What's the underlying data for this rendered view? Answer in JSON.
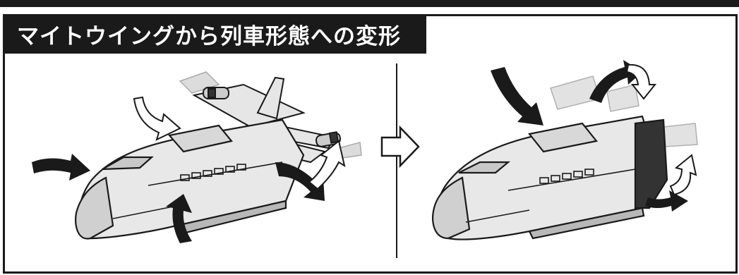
{
  "title": "マイトウイングから列車形態への変形",
  "colors": {
    "frame": "#1a1a1a",
    "title_background": "#1a1a1a",
    "title_text": "#ffffff",
    "robot_body": "#e4e4e4",
    "robot_shadow": "#b4b4b4",
    "ghost_part": "#d8d8d8",
    "action_arrow": "#1a1a1a"
  },
  "illustrations": [
    {
      "name": "plane-mode-with-motion-arrows",
      "icons": [
        "jet-plane-icon",
        "curved-arrow-icon",
        "push-arrow-icon"
      ]
    },
    {
      "name": "train-mode-with-motion-arrows",
      "icons": [
        "bullet-train-icon",
        "curved-arrow-icon",
        "push-arrow-icon"
      ]
    }
  ],
  "step_arrow": "right-arrow-icon"
}
